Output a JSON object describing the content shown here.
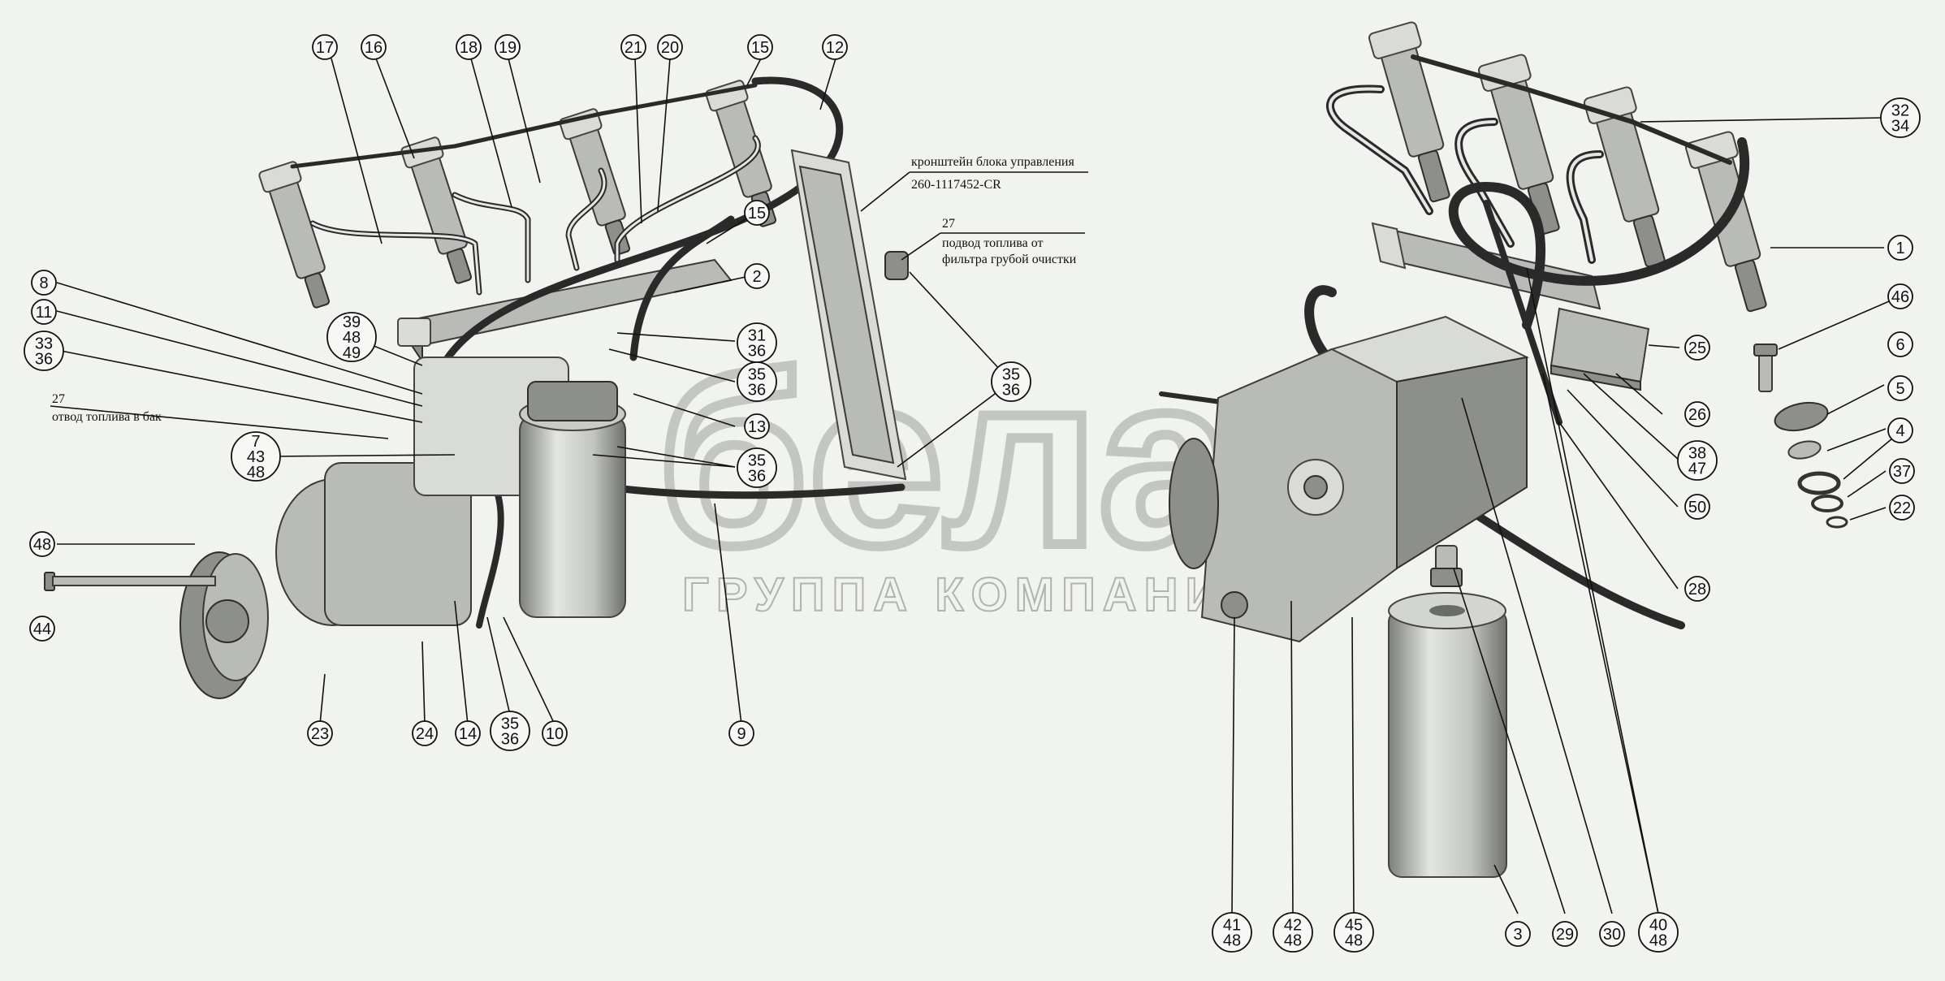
{
  "watermark": {
    "logo_text": "белаз",
    "company_text": "ГРУППА КОМПАНИЙ"
  },
  "annotations": {
    "bracket_title": "кронштейн блока управления",
    "bracket_part": "260-1117452-CR",
    "supply_num": "27",
    "supply_line1": "подвод топлива от",
    "supply_line2": "фильтра грубой очистки",
    "return_num": "27",
    "return_text": "отвод топлива в бак"
  },
  "callouts": [
    {
      "id": "c17",
      "lines": [
        "17"
      ]
    },
    {
      "id": "c16",
      "lines": [
        "16"
      ]
    },
    {
      "id": "c18",
      "lines": [
        "18"
      ]
    },
    {
      "id": "c19",
      "lines": [
        "19"
      ]
    },
    {
      "id": "c21",
      "lines": [
        "21"
      ]
    },
    {
      "id": "c20",
      "lines": [
        "20"
      ]
    },
    {
      "id": "c15a",
      "lines": [
        "15"
      ]
    },
    {
      "id": "c12",
      "lines": [
        "12"
      ]
    },
    {
      "id": "c15b",
      "lines": [
        "15"
      ]
    },
    {
      "id": "c2",
      "lines": [
        "2"
      ]
    },
    {
      "id": "c8",
      "lines": [
        "8"
      ]
    },
    {
      "id": "c11",
      "lines": [
        "11"
      ]
    },
    {
      "id": "c3336",
      "lines": [
        "33",
        "36"
      ]
    },
    {
      "id": "c394849",
      "lines": [
        "39",
        "48",
        "49"
      ]
    },
    {
      "id": "c3136",
      "lines": [
        "31",
        "36"
      ]
    },
    {
      "id": "c3536a",
      "lines": [
        "35",
        "36"
      ]
    },
    {
      "id": "c13",
      "lines": [
        "13"
      ]
    },
    {
      "id": "c3536b",
      "lines": [
        "35",
        "36"
      ]
    },
    {
      "id": "c3536c",
      "lines": [
        "35",
        "36"
      ]
    },
    {
      "id": "c74348",
      "lines": [
        "7",
        "43",
        "48"
      ]
    },
    {
      "id": "c48",
      "lines": [
        "48"
      ]
    },
    {
      "id": "c44",
      "lines": [
        "44"
      ]
    },
    {
      "id": "c23",
      "lines": [
        "23"
      ]
    },
    {
      "id": "c24",
      "lines": [
        "24"
      ]
    },
    {
      "id": "c14",
      "lines": [
        "14"
      ]
    },
    {
      "id": "c3536d",
      "lines": [
        "35",
        "36"
      ]
    },
    {
      "id": "c10",
      "lines": [
        "10"
      ]
    },
    {
      "id": "c9",
      "lines": [
        "9"
      ]
    },
    {
      "id": "c3234",
      "lines": [
        "32",
        "34"
      ]
    },
    {
      "id": "c1",
      "lines": [
        "1"
      ]
    },
    {
      "id": "c46",
      "lines": [
        "46"
      ]
    },
    {
      "id": "c25",
      "lines": [
        "25"
      ]
    },
    {
      "id": "c6",
      "lines": [
        "6"
      ]
    },
    {
      "id": "c5",
      "lines": [
        "5"
      ]
    },
    {
      "id": "c26",
      "lines": [
        "26"
      ]
    },
    {
      "id": "c4",
      "lines": [
        "4"
      ]
    },
    {
      "id": "c3847",
      "lines": [
        "38",
        "47"
      ]
    },
    {
      "id": "c37",
      "lines": [
        "37"
      ]
    },
    {
      "id": "c50",
      "lines": [
        "50"
      ]
    },
    {
      "id": "c22",
      "lines": [
        "22"
      ]
    },
    {
      "id": "c28",
      "lines": [
        "28"
      ]
    },
    {
      "id": "c4148",
      "lines": [
        "41",
        "48"
      ]
    },
    {
      "id": "c4248",
      "lines": [
        "42",
        "48"
      ]
    },
    {
      "id": "c4548",
      "lines": [
        "45",
        "48"
      ]
    },
    {
      "id": "c3",
      "lines": [
        "3"
      ]
    },
    {
      "id": "c29",
      "lines": [
        "29"
      ]
    },
    {
      "id": "c30",
      "lines": [
        "30"
      ]
    },
    {
      "id": "c4048",
      "lines": [
        "40",
        "48"
      ]
    }
  ]
}
